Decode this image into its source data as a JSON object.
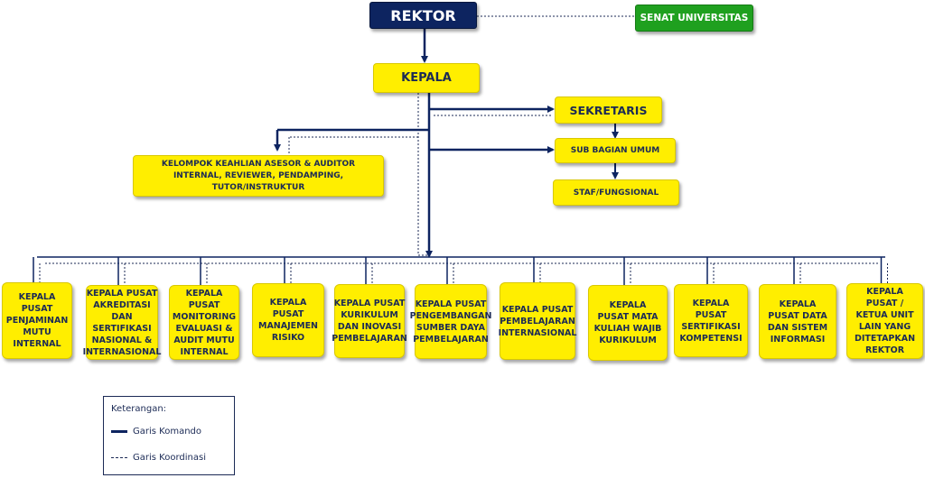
{
  "top": {
    "rektor": "REKTOR",
    "senat": "SENAT UNIVERSITAS",
    "kepala": "KEPALA",
    "sekretaris": "SEKRETARIS",
    "sub_bagian": "SUB BAGIAN UMUM",
    "staf": "STAF/FUNGSIONAL",
    "kelompok": "KELOMPOK KEAHLIAN ASESOR & AUDITOR INTERNAL, REVIEWER, PENDAMPING, TUTOR/INSTRUKTUR"
  },
  "units": [
    "KEPALA PUSAT PENJAMINAN MUTU INTERNAL",
    "KEPALA PUSAT AKREDITASI DAN SERTIFIKASI NASIONAL & INTERNASIONAL",
    "KEPALA PUSAT MONITORING EVALUASI & AUDIT MUTU INTERNAL",
    "KEPALA PUSAT MANAJEMEN RISIKO",
    "KEPALA PUSAT KURIKULUM DAN INOVASI PEMBELAJARAN",
    "KEPALA PUSAT PENGEMBANGAN SUMBER DAYA PEMBELAJARAN",
    "KEPALA PUSAT PEMBELAJARAN INTERNASIONAL",
    "KEPALA PUSAT MATA KULIAH WAJIB KURIKULUM",
    "KEPALA PUSAT SERTIFIKASI KOMPETENSI",
    "KEPALA PUSAT DATA DAN SISTEM INFORMASI",
    "KEPALA PUSAT / KETUA UNIT LAIN YANG DITETAPKAN REKTOR"
  ],
  "legend": {
    "title": "Keterangan:",
    "komando": "Garis Komando",
    "koordinasi": "Garis Koordinasi"
  },
  "colors": {
    "navy": "#0d2460",
    "yellow": "#ffee00",
    "green": "#1fa01f"
  }
}
